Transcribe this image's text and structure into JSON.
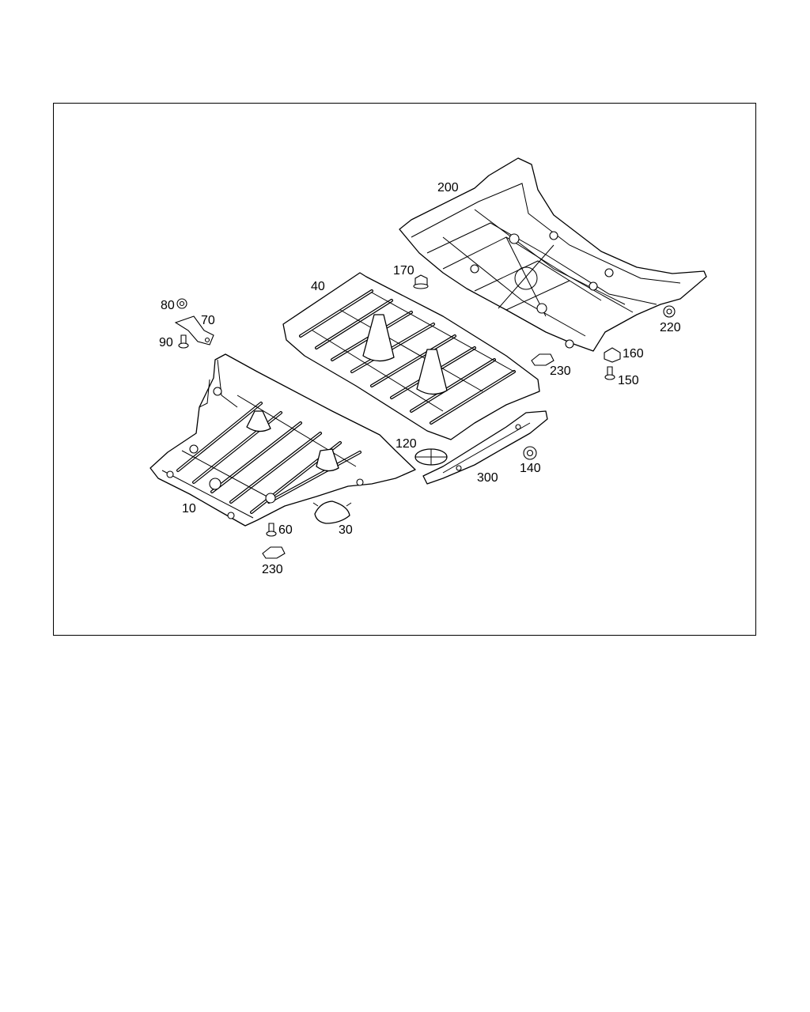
{
  "labels": {
    "p10": "10",
    "p30": "30",
    "p40": "40",
    "p60": "60",
    "p70": "70",
    "p80": "80",
    "p90": "90",
    "p120": "120",
    "p140": "140",
    "p150": "150",
    "p160": "160",
    "p170": "170",
    "p200": "200",
    "p220": "220",
    "p230a": "230",
    "p230b": "230",
    "p300": "300"
  },
  "colors": {
    "line": "#000000",
    "background": "#ffffff"
  }
}
